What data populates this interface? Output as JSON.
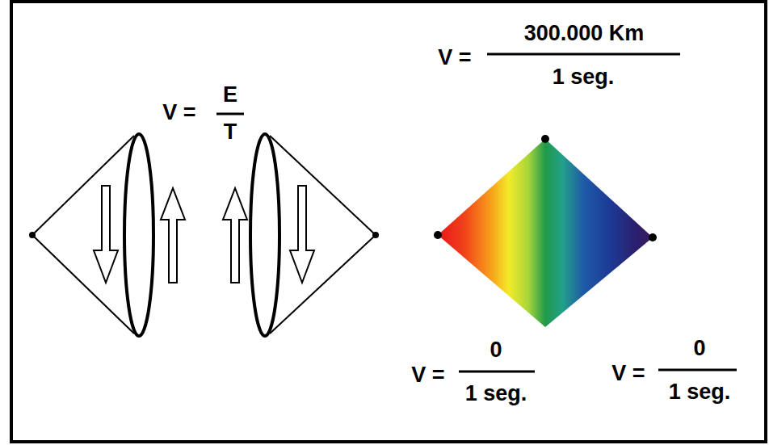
{
  "diagram": {
    "labels": [
      "V =",
      "E",
      "T",
      "V =",
      "300.000 Km",
      "1 seg.",
      "V =",
      "0",
      "1 seg.",
      "V =",
      "0",
      "1 seg."
    ]
  }
}
